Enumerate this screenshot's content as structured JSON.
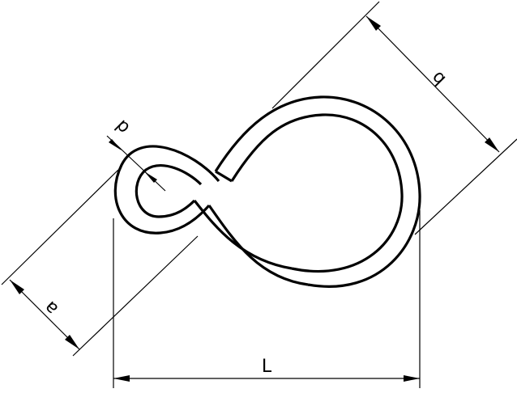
{
  "dimensions": {
    "d": {
      "label": "d"
    },
    "a": {
      "label": "a"
    },
    "b": {
      "label": "b"
    },
    "L": {
      "label": "L"
    }
  },
  "colors": {
    "line": "#000000",
    "background": "#ffffff"
  }
}
